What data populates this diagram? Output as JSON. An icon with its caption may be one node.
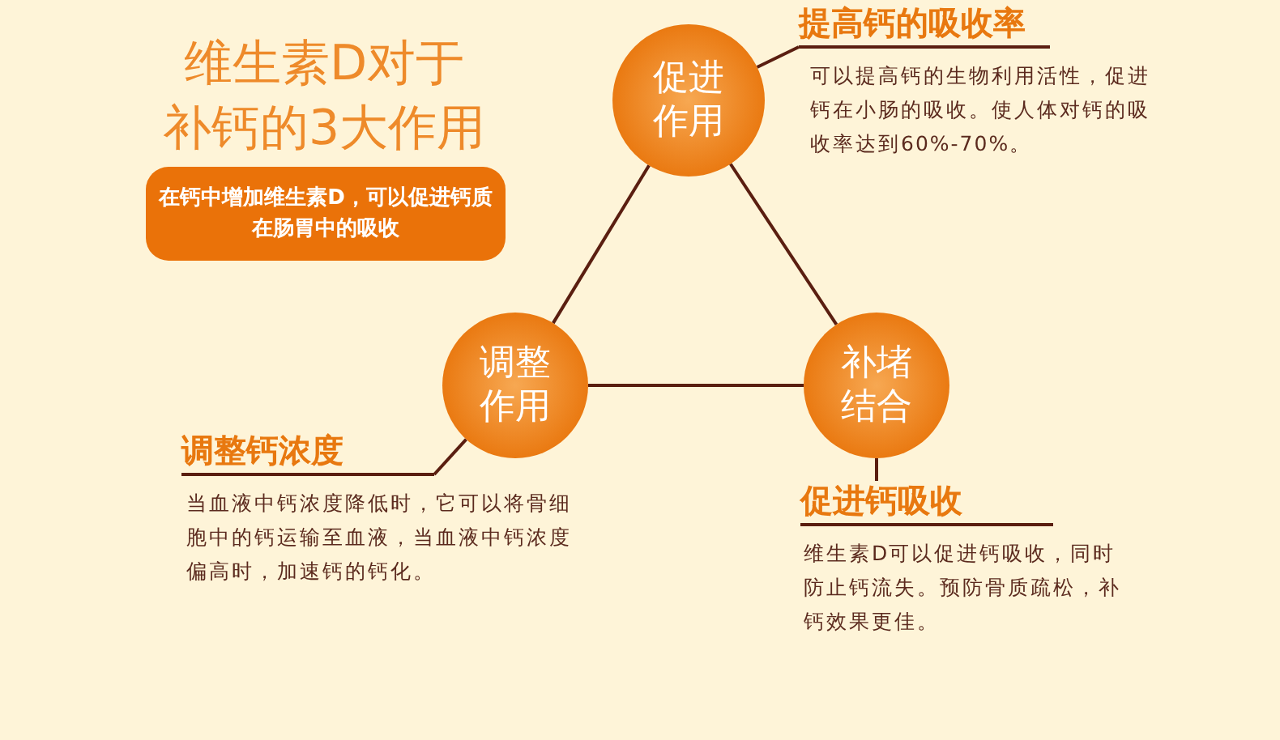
{
  "diagram": {
    "title": "维生素D对于补钙的3大作用",
    "nodes": [
      {
        "text": [
          "在钙中增加维生素D，可以促进钙质在肠胃中的吸收"
        ]
      },
      {
        "text": [
          "促进作用"
        ]
      },
      {
        "text": [
          "调整作用"
        ]
      },
      {
        "text": [
          "补堵结合"
        ]
      },
      {
        "text": [
          "提高钙的吸收率",
          "可以提高钙的生物利用活性，促进钙在小肠的吸收。使人体对钙的吸收率达到60%-70%。"
        ]
      },
      {
        "text": [
          "调整钙浓度",
          "当血液中钙浓度降低时，它可以将骨细胞中的钙运输至血液，当血液中钙浓度偏高时，加速钙的钙化。"
        ]
      },
      {
        "text": [
          "促进钙吸收",
          "维生素D可以促进钙吸收，同时防止钙流失。预防骨质疏松，补钙效果更佳。"
        ]
      }
    ],
    "edges": [
      {
        "from": 1,
        "to": 2,
        "arrow": "none"
      },
      {
        "from": 1,
        "to": 3,
        "arrow": "none"
      },
      {
        "from": 2,
        "to": 3,
        "arrow": "none"
      },
      {
        "from": 1,
        "to": 4,
        "arrow": "none"
      },
      {
        "from": 2,
        "to": 5,
        "arrow": "none"
      },
      {
        "from": 3,
        "to": 6,
        "arrow": "none"
      }
    ]
  }
}
